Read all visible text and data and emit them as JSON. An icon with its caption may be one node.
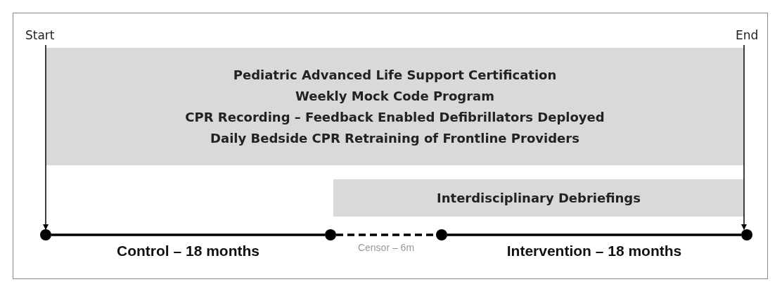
{
  "diagram": {
    "nodes": [
      {
        "text": [
          "Start"
        ]
      },
      {
        "text": [
          "End"
        ]
      },
      {
        "text": [
          "Pediatric Advanced Life Support Certification",
          "Weekly Mock Code Program",
          "CPR Recording – Feedback Enabled Defibrillators Deployed",
          "Daily Bedside CPR Retraining of Frontline Providers"
        ]
      },
      {
        "text": [
          "Interdisciplinary Debriefings"
        ]
      },
      {
        "text": [],
        "shape": "circle"
      },
      {
        "text": [],
        "shape": "circle"
      },
      {
        "text": [],
        "shape": "circle"
      },
      {
        "text": [],
        "shape": "circle"
      }
    ],
    "edges": [
      {
        "from": 0,
        "to": 4,
        "arrow": "to"
      },
      {
        "from": 1,
        "to": 7,
        "arrow": "to"
      },
      {
        "from": 4,
        "to": 5,
        "arrow": "none",
        "label": "Control – 18 months"
      },
      {
        "from": 5,
        "to": 6,
        "arrow": "none",
        "style": "dashed",
        "label": "Censor – 6m"
      },
      {
        "from": 6,
        "to": 7,
        "arrow": "none",
        "label": "Intervention – 18 months"
      }
    ]
  }
}
